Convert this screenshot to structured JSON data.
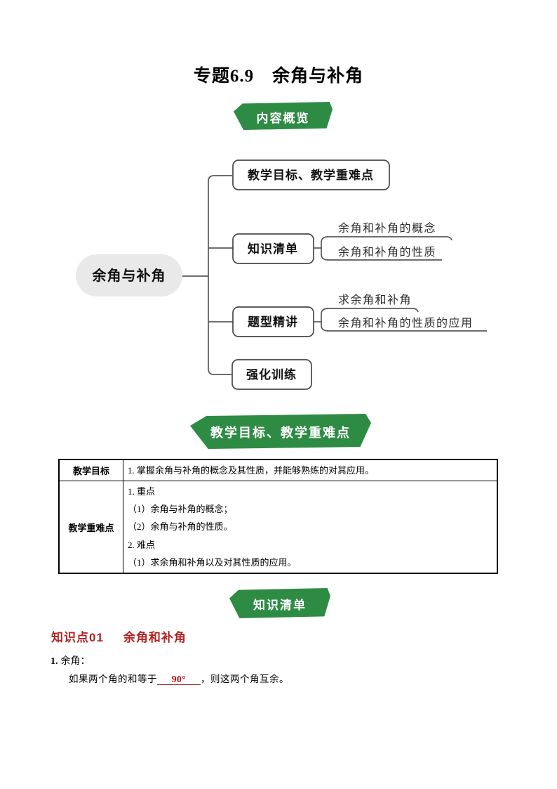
{
  "page": {
    "title": "专题6.9　余角与补角"
  },
  "banners": {
    "overview": "内容概览",
    "objectives": "教学目标、教学重难点",
    "knowledge": "知识清单"
  },
  "mindmap": {
    "root": "余角与补角",
    "branches": [
      {
        "label": "教学目标、教学重难点",
        "children": []
      },
      {
        "label": "知识清单",
        "children": [
          "余角和补角的概念",
          "余角和补角的性质"
        ]
      },
      {
        "label": "题型精讲",
        "children": [
          "求余角和补角",
          "余角和补角的性质的应用"
        ]
      },
      {
        "label": "强化训练",
        "children": []
      }
    ]
  },
  "table": {
    "rows": [
      {
        "header": "教学目标",
        "lines": [
          "1. 掌握余角与补角的概念及其性质，并能够熟练的对其应用。"
        ]
      },
      {
        "header": "教学重难点",
        "lines": [
          "1. 重点",
          "（1）余角与补角的概念；",
          "（2）余角与补角的性质。",
          "2. 难点",
          "（1）求余角和补角以及对其性质的应用。"
        ]
      }
    ]
  },
  "knowledge_section": {
    "heading_prefix": "知识点01",
    "heading_title": "余角和补角",
    "item_number": "1.",
    "item_label": "余角：",
    "sentence_before": "如果两个角的和等于",
    "blank_answer": "90°",
    "sentence_after": "，则这两个角互余。"
  },
  "colors": {
    "banner_green": "#2e8b44",
    "heading_red": "#b22222",
    "answer_red": "#c00000"
  }
}
